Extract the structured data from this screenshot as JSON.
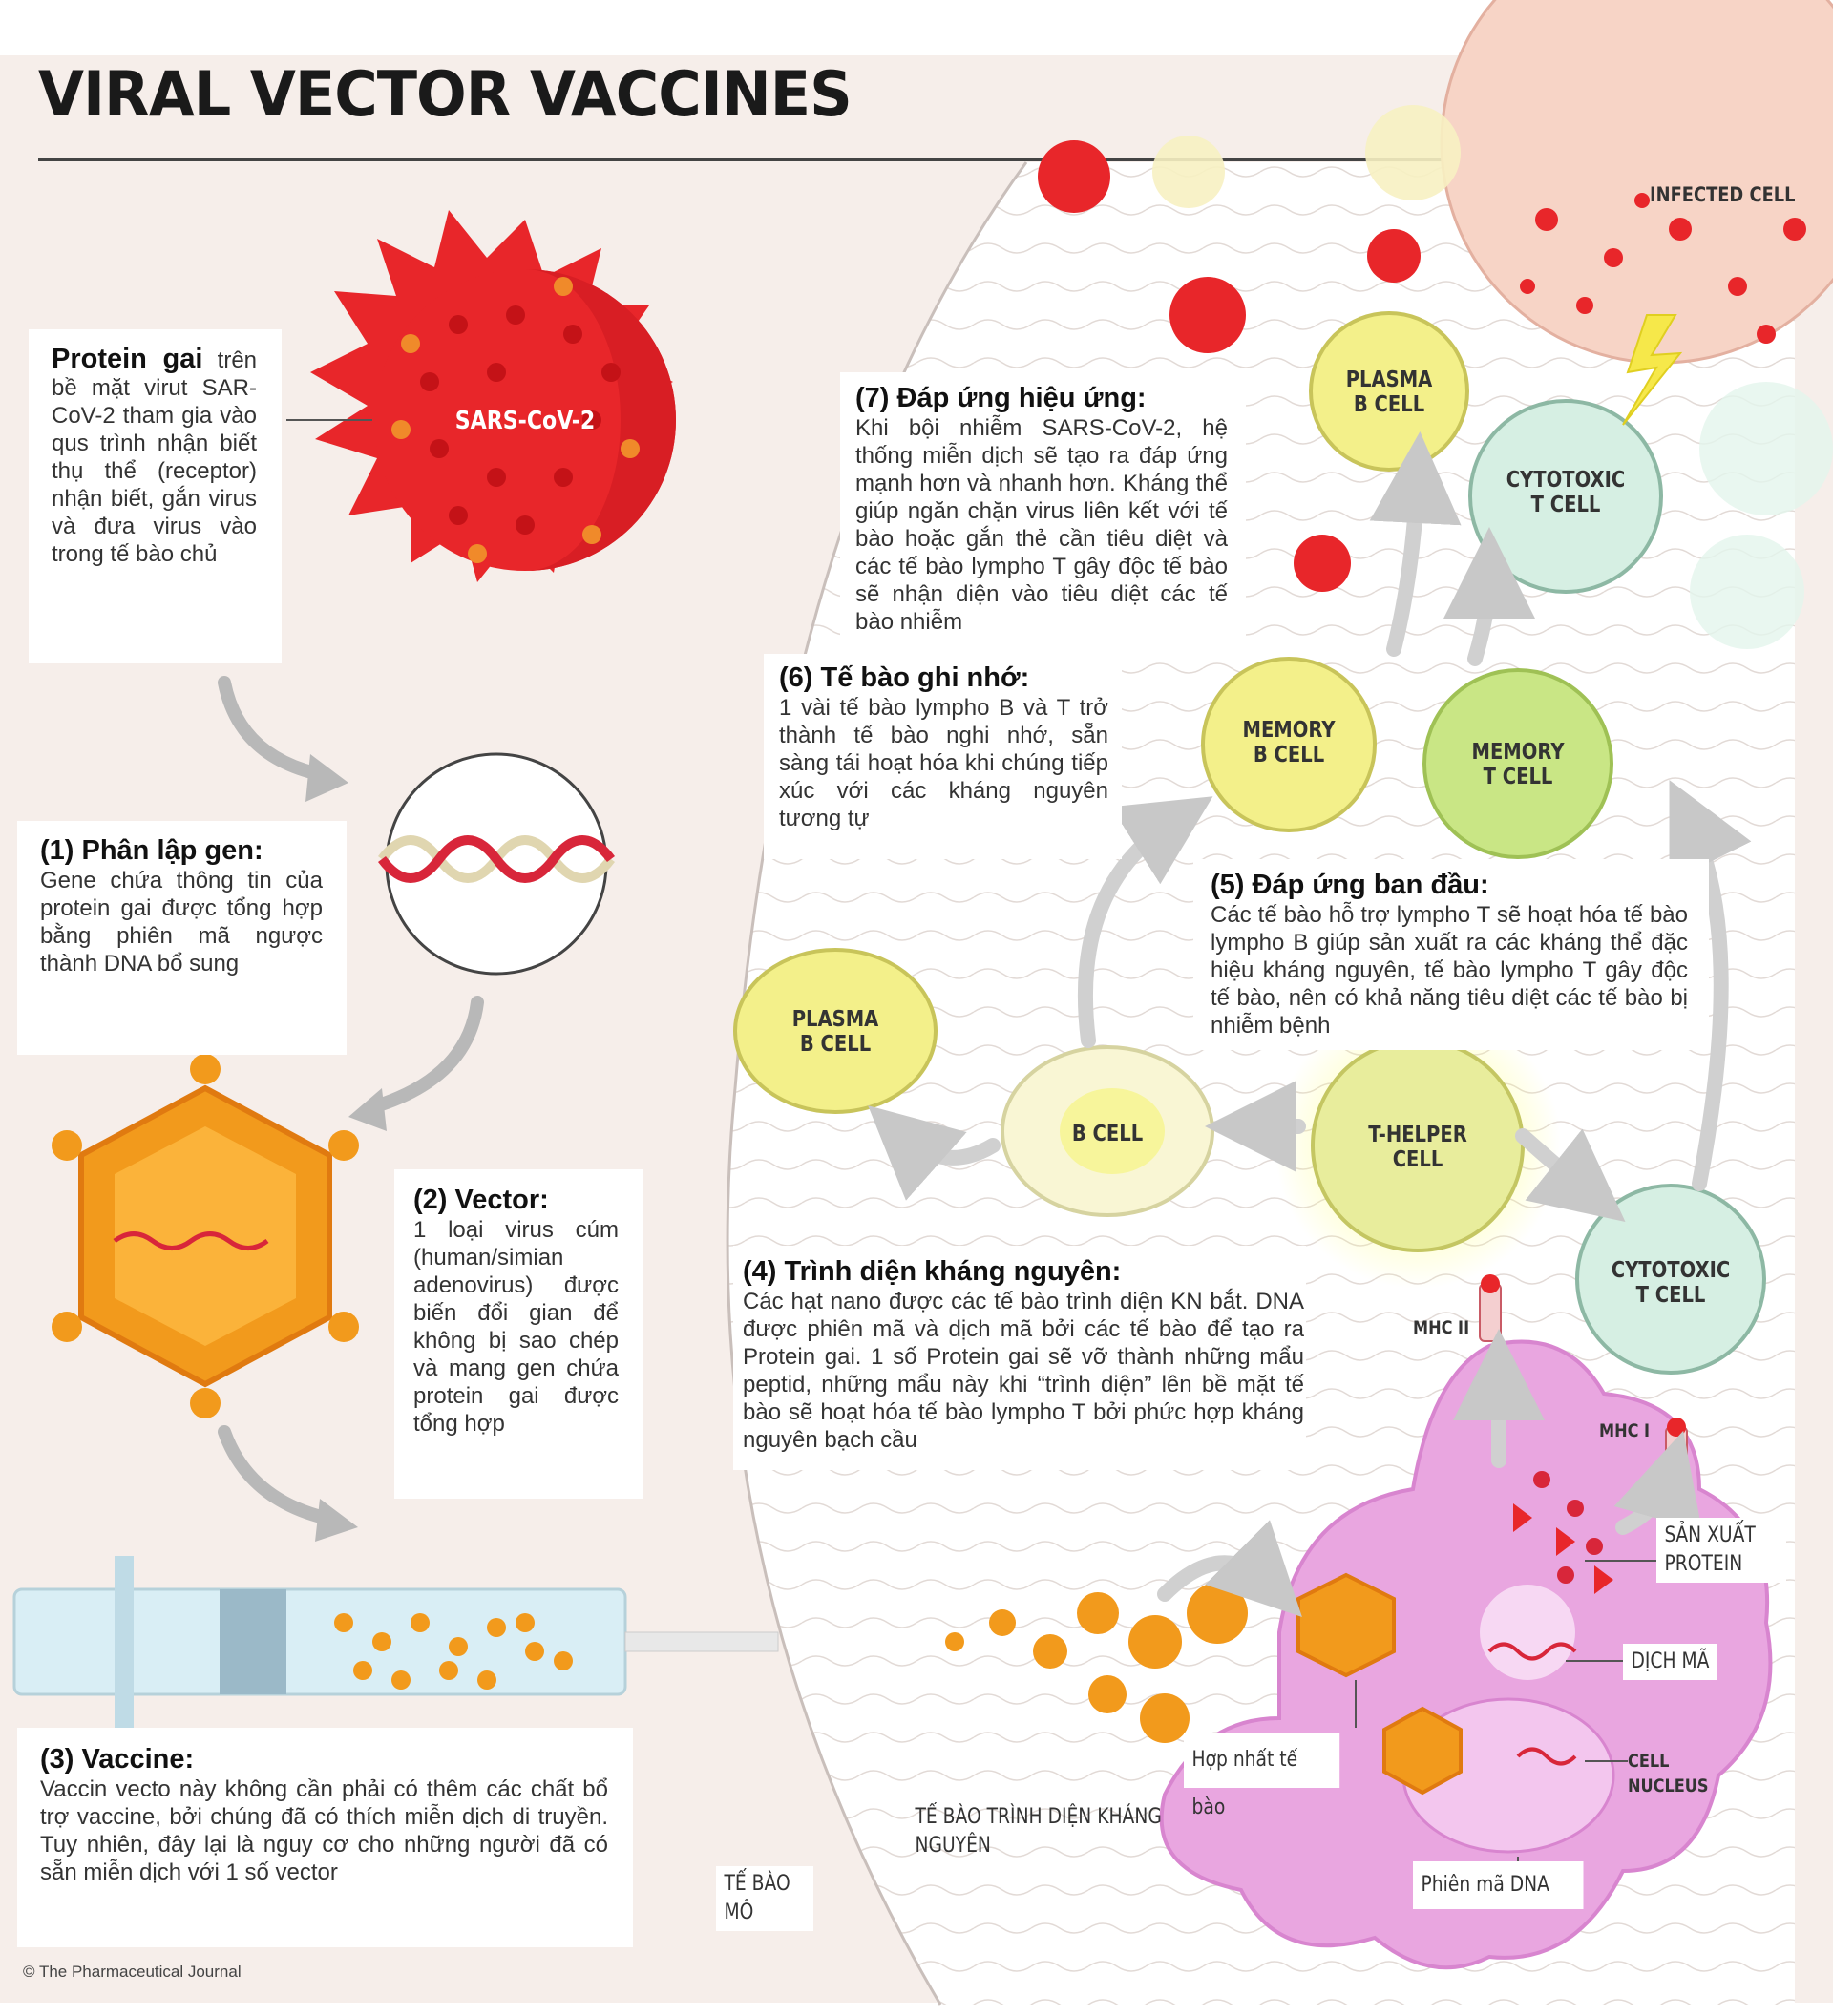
{
  "title": "VIRAL VECTOR VACCINES",
  "credit": "© The Pharmaceutical Journal",
  "colors": {
    "virus_red": "#e8262a",
    "virus_dot": "#f08a2a",
    "vector_orange": "#f29a1c",
    "pink_cell": "#e9a6e0",
    "plasma_yellow": "#f3f08a",
    "memory_green": "#c9e685",
    "cytotoxic_mint": "#d6efe3"
  },
  "left": {
    "spike": {
      "heading": "Protein gai",
      "text": "trên bề mặt virut SAR-CoV-2 tham gia vào qus trình nhận biết thụ thể (receptor) nhận biết, gắn virus và đưa virus vào trong tế bào chủ"
    },
    "step1": {
      "heading": "(1) Phân lập gen:",
      "text": "Gene chứa thông tin của protein gai được tổng hợp bằng phiên mã ngược thành DNA bổ sung"
    },
    "step2": {
      "heading": "(2) Vector:",
      "text": "1 loại virus cúm (human/simian adenovirus) được biến đổi gian để không bị sao chép và mang gen chứa protein gai được tổng hợp"
    },
    "step3": {
      "heading": "(3) Vaccine:",
      "text": "Vaccin vecto này không cần phải có thêm các chất bổ trợ vaccine, bởi chúng đã có thích miễn dịch di truyền. Tuy nhiên, đây lại là nguy cơ cho những người đã có sẵn miễn dịch với 1 số vector"
    }
  },
  "virus_label": "SARS-CoV-2",
  "right": {
    "step4": {
      "heading": "(4) Trình diện kháng nguyên:",
      "text": "Các hạt nano được các tế bào trình diện KN bắt. DNA được phiên mã và dịch mã bởi các tế bào để tạo ra Protein gai. 1 số Protein gai sẽ vỡ thành những mẩu peptid, những mẩu này khi “trình diện” lên bề mặt tế bào sẽ hoạt hóa tế bào lympho T bởi phức hợp kháng nguyên bạch cầu"
    },
    "step5": {
      "heading": "(5) Đáp ứng ban đầu:",
      "text": "Các tế bào hỗ trợ lympho T sẽ hoạt hóa tế bào lympho B giúp sản xuất ra các kháng thể đặc hiệu kháng nguyên, tế bào lympho T gây độc tế bào, nên có khả năng tiêu diệt các tế bào bị nhiễm bệnh"
    },
    "step6": {
      "heading": "(6) Tế bào ghi nhớ:",
      "text": "1 vài tế bào lympho B và T trở thành tế bào nghi nhớ, sẵn sàng tái hoạt hóa khi chúng tiếp xúc với các kháng nguyên tương tự"
    },
    "step7": {
      "heading": "(7) Đáp ứng hiệu ứng:",
      "text": "Khi bội nhiễm SARS-CoV-2, hệ thống miễn dịch sẽ tạo ra đáp ứng mạnh hơn và nhanh hơn. Kháng thể giúp ngăn chặn virus liên kết với tế bào hoặc gắn thẻ cần tiêu diệt và các tế bào lympho T gây độc tế bào sẽ nhận diện vào tiêu diệt các tế bào nhiễm"
    }
  },
  "cells": {
    "infected": "INFECTED CELL",
    "plasma_top": [
      "PLASMA",
      "B CELL"
    ],
    "cytotoxic_top": [
      "CYTOTOXIC",
      "T CELL"
    ],
    "memory_b": [
      "MEMORY",
      "B CELL"
    ],
    "memory_t": [
      "MEMORY",
      "T CELL"
    ],
    "plasma_left": [
      "PLASMA",
      "B CELL"
    ],
    "b_cell": "B CELL",
    "t_helper": [
      "T-HELPER",
      "CELL"
    ],
    "cytotoxic_bottom": [
      "CYTOTOXIC",
      "T CELL"
    ],
    "mhc2": "MHC II",
    "mhc1": "MHC I",
    "nucleus": [
      "CELL",
      "NUCLEUS"
    ]
  },
  "callouts": {
    "protein": [
      "SẢN XUẤT",
      "PROTEIN"
    ],
    "translation": "DỊCH MÃ",
    "fusion": "Hợp nhất tế bào",
    "apc": [
      "TẾ BÀO TRÌNH DIỆN KHÁNG",
      "NGUYÊN"
    ],
    "tissue": [
      "TẾ BÀO",
      "MÔ"
    ],
    "transcription": "Phiên mã DNA"
  }
}
